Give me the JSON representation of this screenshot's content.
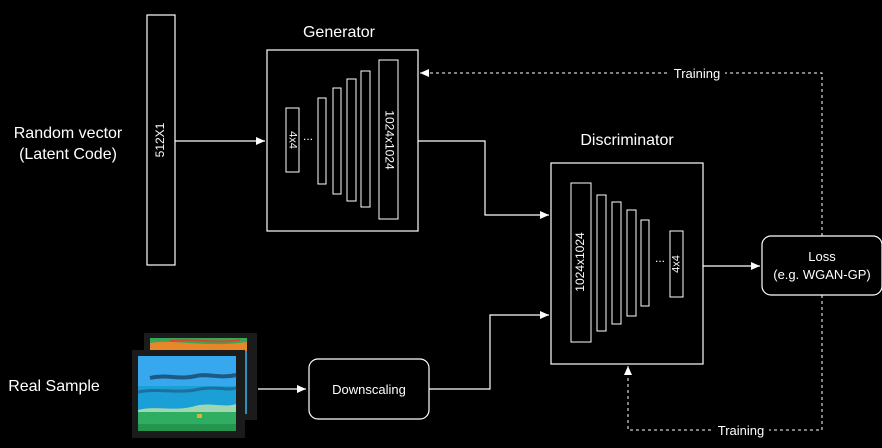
{
  "labels": {
    "random_vector_line1": "Random vector",
    "random_vector_line2": "(Latent Code)",
    "real_sample": "Real Sample",
    "generator": "Generator",
    "discriminator": "Discriminator",
    "loss_line1": "Loss",
    "loss_line2": "(e.g. WGAN-GP)",
    "downscaling": "Downscaling",
    "training_top": "Training",
    "training_bottom": "Training"
  },
  "latent_vector": {
    "label": "512X1"
  },
  "generator_layers": {
    "first": "4x4",
    "ellipsis": "...",
    "last": "1024x1024"
  },
  "discriminator_layers": {
    "first": "1024x1024",
    "ellipsis": "...",
    "last": "4x4"
  },
  "colors": {
    "background": "#000000",
    "stroke": "#ffffff",
    "text": "#ffffff",
    "sample_water": "#1a9fd6",
    "sample_sky": "#38a8ee",
    "sample_land": "#3aa65a",
    "sample_hot": "#e8872a"
  }
}
